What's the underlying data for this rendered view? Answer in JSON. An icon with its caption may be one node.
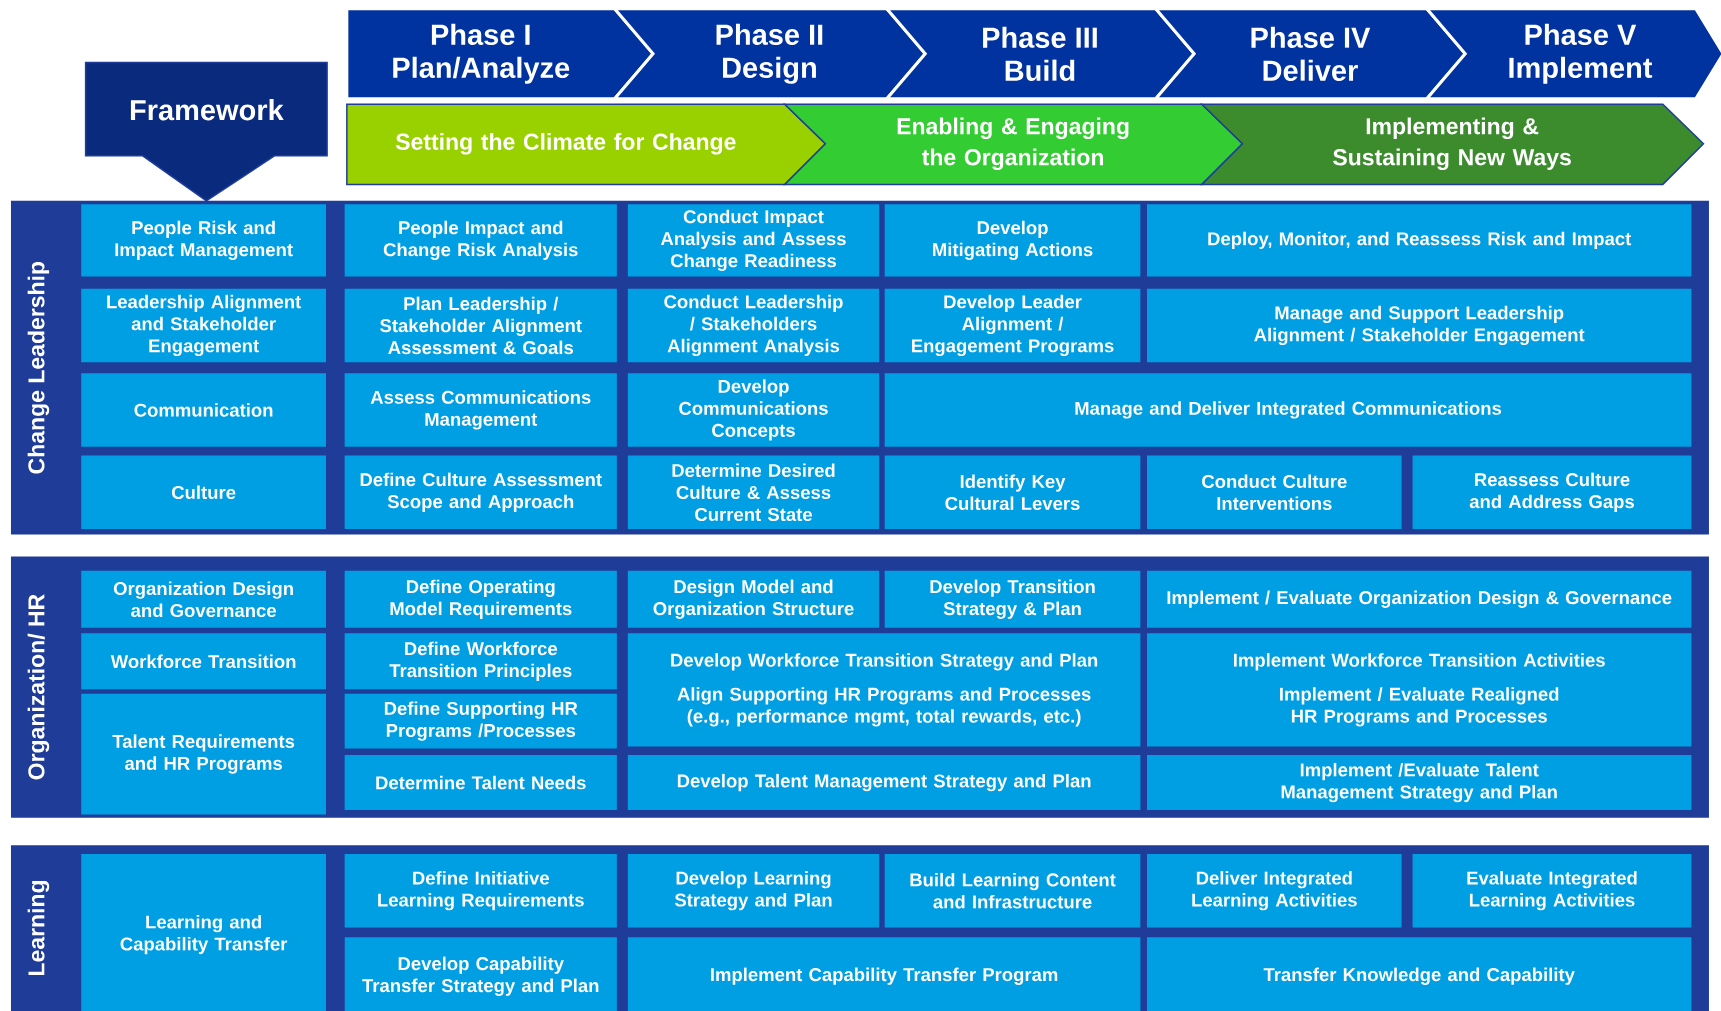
{
  "diagram": {
    "nodes": [
      {
        "text": [
          "Framework"
        ]
      },
      {
        "text": [
          "Phase I",
          "Plan/Analyze"
        ]
      },
      {
        "text": [
          "Phase II",
          "Design"
        ]
      },
      {
        "text": [
          "Phase III",
          "Build"
        ]
      },
      {
        "text": [
          "Phase IV",
          "Deliver"
        ]
      },
      {
        "text": [
          "Phase V",
          "Implement"
        ]
      },
      {
        "text": [
          "Setting the Climate for Change"
        ]
      },
      {
        "text": [
          "Enabling & Engaging the Organization"
        ]
      },
      {
        "text": [
          "Implementing & Sustaining New Ways"
        ]
      },
      {
        "text": [
          "Change Leadership"
        ]
      },
      {
        "text": [
          "People Risk and Impact Management"
        ],
        "in": 9
      },
      {
        "text": [
          "People Impact and Change Risk Analysis"
        ],
        "in": 9
      },
      {
        "text": [
          "Conduct Impact Analysis and Assess Change Readiness"
        ],
        "in": 9
      },
      {
        "text": [
          "Develop Mitigating Actions"
        ],
        "in": 9
      },
      {
        "text": [
          "Deploy, Monitor, and Reassess Risk and Impact"
        ],
        "in": 9
      },
      {
        "text": [
          "Leadership Alignment and Stakeholder Engagement"
        ],
        "in": 9
      },
      {
        "text": [
          "Plan Leadership / Stakeholder Alignment Assessment & Goals"
        ],
        "in": 9
      },
      {
        "text": [
          "Conduct Leadership / Stakeholders Alignment Analysis"
        ],
        "in": 9
      },
      {
        "text": [
          "Develop Leader Alignment / Engagement Programs"
        ],
        "in": 9
      },
      {
        "text": [
          "Manage and Support Leadership Alignment / Stakeholder Engagement"
        ],
        "in": 9
      },
      {
        "text": [
          "Communication"
        ],
        "in": 9
      },
      {
        "text": [
          "Assess Communications Management"
        ],
        "in": 9
      },
      {
        "text": [
          "Develop Communications Concepts"
        ],
        "in": 9
      },
      {
        "text": [
          "Manage and Deliver Integrated Communications"
        ],
        "in": 9
      },
      {
        "text": [
          "Culture"
        ],
        "in": 9
      },
      {
        "text": [
          "Define Culture Assessment Scope and Approach"
        ],
        "in": 9
      },
      {
        "text": [
          "Determine Desired Culture & Assess Current State"
        ],
        "in": 9
      },
      {
        "text": [
          "Identify Key Cultural Levers"
        ],
        "in": 9
      },
      {
        "text": [
          "Conduct Culture Interventions"
        ],
        "in": 9
      },
      {
        "text": [
          "Reassess Culture and Address Gaps"
        ],
        "in": 9
      },
      {
        "text": [
          "Organization/ HR"
        ]
      },
      {
        "text": [
          "Organization Design and Governance"
        ],
        "in": 30
      },
      {
        "text": [
          "Define Operating Model Requirements"
        ],
        "in": 30
      },
      {
        "text": [
          "Design Model and Organization Structure"
        ],
        "in": 30
      },
      {
        "text": [
          "Develop Transition Strategy & Plan"
        ],
        "in": 30
      },
      {
        "text": [
          "Implement / Evaluate Organization Design & Governance"
        ],
        "in": 30
      },
      {
        "text": [
          "Workforce Transition"
        ],
        "in": 30
      },
      {
        "text": [
          "Define Workforce Transition Principles"
        ],
        "in": 30
      },
      {
        "text": [
          "Develop Workforce Transition Strategy and Plan",
          "Align Supporting HR Programs and Processes (e.g., performance mgmt, total rewards, etc.)"
        ],
        "in": 30
      },
      {
        "text": [
          "Implement Workforce Transition Activities",
          "Implement / Evaluate Realigned HR Programs and Processes"
        ],
        "in": 30
      },
      {
        "text": [
          "Talent Requirements and HR Programs"
        ],
        "in": 30
      },
      {
        "text": [
          "Define Supporting HR Programs /Processes"
        ],
        "in": 30
      },
      {
        "text": [
          "Determine Talent Needs"
        ],
        "in": 30
      },
      {
        "text": [
          "Develop Talent Management Strategy and Plan"
        ],
        "in": 30
      },
      {
        "text": [
          "Implement /Evaluate Talent Management Strategy and Plan"
        ],
        "in": 30
      },
      {
        "text": [
          "Learning"
        ]
      },
      {
        "text": [
          "Learning and Capability Transfer"
        ],
        "in": 45
      },
      {
        "text": [
          "Define Initiative Learning Requirements"
        ],
        "in": 45
      },
      {
        "text": [
          "Develop Learning Strategy and Plan"
        ],
        "in": 45
      },
      {
        "text": [
          "Build Learning Content and Infrastructure"
        ],
        "in": 45
      },
      {
        "text": [
          "Deliver Integrated Learning Activities"
        ],
        "in": 45
      },
      {
        "text": [
          "Evaluate Integrated Learning Activities"
        ],
        "in": 45
      },
      {
        "text": [
          "Develop Capability Transfer Strategy and Plan"
        ],
        "in": 45
      },
      {
        "text": [
          "Implement Capability Transfer Program"
        ],
        "in": 45
      },
      {
        "text": [
          "Transfer Knowledge and Capability"
        ],
        "in": 45
      }
    ]
  }
}
